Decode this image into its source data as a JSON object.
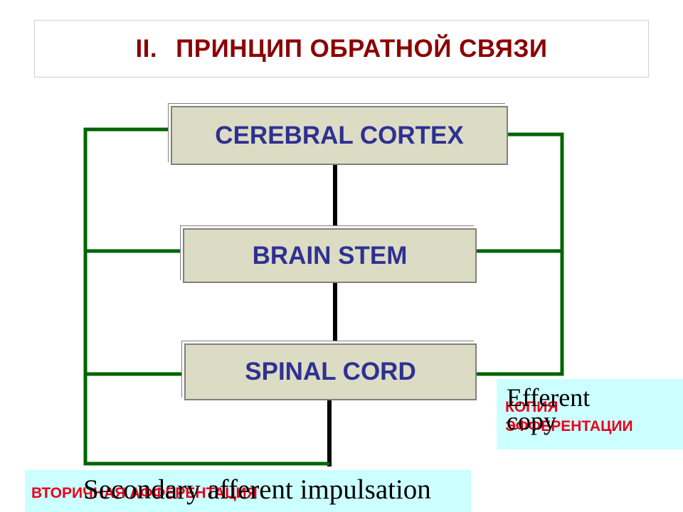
{
  "title": {
    "number": "II.",
    "text": "ПРИНЦИП ОБРАТНОЙ СВЯЗИ"
  },
  "nodes": {
    "cortex": "CEREBRAL CORTEX",
    "stem": "BRAIN STEM",
    "cord": "SPINAL CORD"
  },
  "efferent_copy": {
    "ru": "КОПИЯ ЭФФЕРЕНТАЦИИ",
    "en": "Efferent copy"
  },
  "secondary_afferentation": {
    "ru": "ВТОРИЧНАЯ АФФЕРЕНТАЦИЯ",
    "en": "Secondary afferent impulsation"
  },
  "colors": {
    "title": "#8b0000",
    "node_text": "#2e3192",
    "node_fill": "#dcdcc4",
    "loop_line": "#006400",
    "vertical_line": "#000000",
    "panel_fill": "#ccffff",
    "ru_label": "#e8001c"
  }
}
